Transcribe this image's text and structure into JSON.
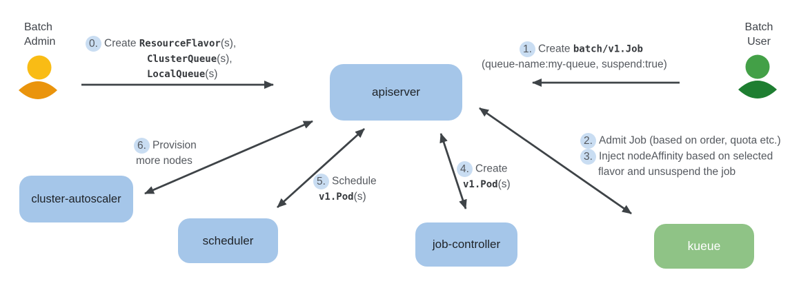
{
  "diagram": {
    "actors": {
      "admin": {
        "line1": "Batch",
        "line2": "Admin"
      },
      "user": {
        "line1": "Batch",
        "line2": "User"
      }
    },
    "nodes": {
      "apiserver": "apiserver",
      "cluster_autoscaler": "cluster-autoscaler",
      "scheduler": "scheduler",
      "job_controller": "job-controller",
      "kueue": "kueue"
    },
    "steps": {
      "s0": {
        "num": "0.",
        "pre": "Create ",
        "code1": "ResourceFlavor",
        "suf1": "(s),",
        "code2": "ClusterQueue",
        "suf2": "(s),",
        "code3": "LocalQueue",
        "suf3": "(s)"
      },
      "s1": {
        "num": "1.",
        "pre": "Create ",
        "code": "batch/v1.Job",
        "line2": "(queue-name:my-queue, suspend:true)"
      },
      "s2": {
        "num": "2.",
        "text": "Admit Job (based on order, quota etc.)"
      },
      "s3": {
        "num": "3.",
        "text": "Inject nodeAffinity based on selected",
        "cont": "flavor and unsuspend the job"
      },
      "s4": {
        "num": "4.",
        "pre": "Create",
        "code": "v1.Pod",
        "suf": "(s)"
      },
      "s5": {
        "num": "5.",
        "pre": "Schedule",
        "code": "v1.Pod",
        "suf": "(s)"
      },
      "s6": {
        "num": "6.",
        "line1": "Provision",
        "line2": "more nodes"
      }
    },
    "colors": {
      "node_blue": "#a5c6e9",
      "node_green": "#8fc386",
      "step_badge": "#c9ddf2",
      "arrow": "#3e4347",
      "admin_head": "#f9bc15",
      "admin_body": "#ea940c",
      "user_head": "#43a047",
      "user_body": "#1e7e31",
      "box_text": "#1e2227",
      "annotation_text": "#54585e"
    }
  }
}
